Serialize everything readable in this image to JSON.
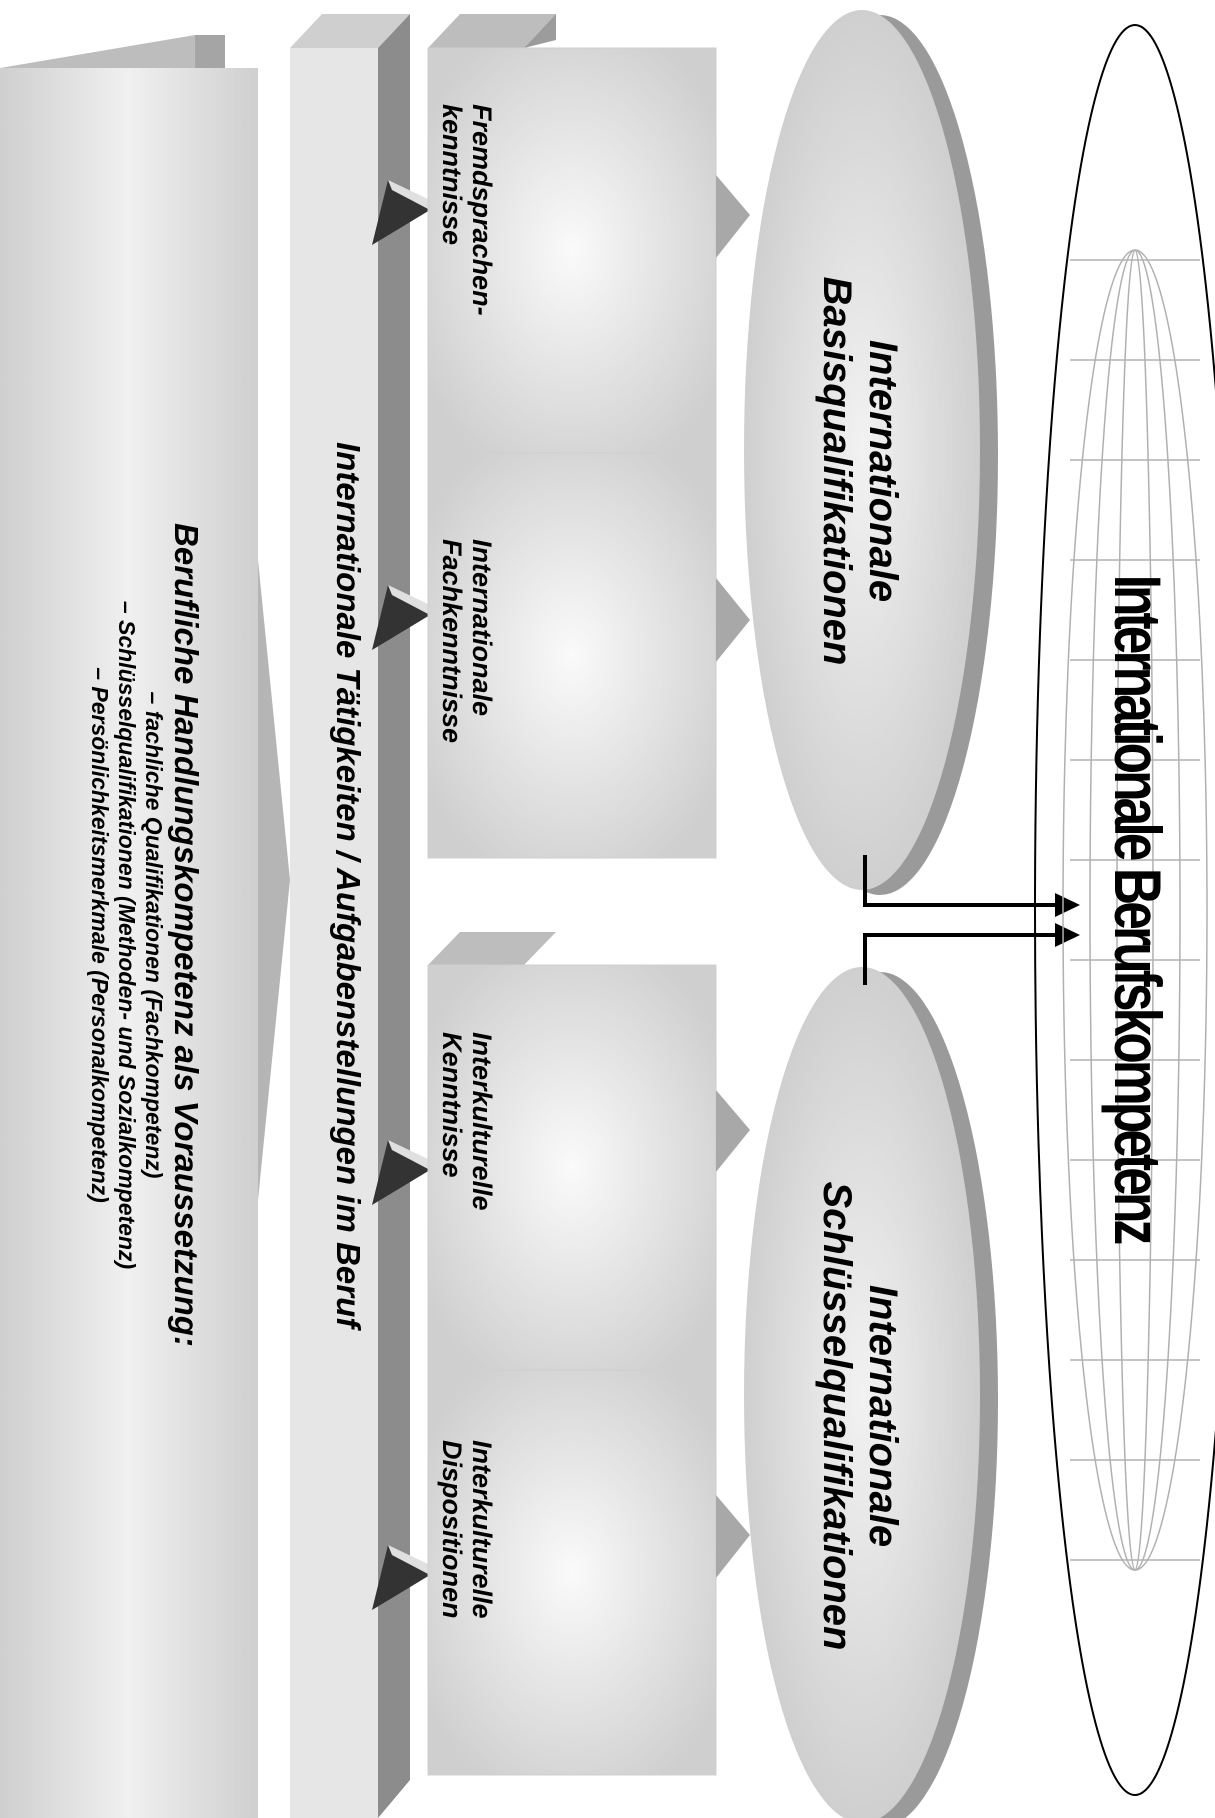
{
  "title": "Internationale Berufskompetenz",
  "basis": {
    "heading_line1": "Internationale",
    "heading_line2": "Basisqualifikationen",
    "box1_line1": "Fremdsprachen-",
    "box1_line2": "kenntnisse",
    "box2_line1": "Internationale",
    "box2_line2": "Fachkenntnisse"
  },
  "schluessel": {
    "heading_line1": "Internationale",
    "heading_line2": "Schlüsselqualifikationen",
    "box1_line1": "Interkulturelle",
    "box1_line2": "Kenntnisse",
    "box2_line1": "Interkulturelle",
    "box2_line2": "Dispositionen"
  },
  "activities": "Internationale Tätigkeiten / Aufgabenstellungen im Beruf",
  "prerequisite": {
    "heading": "Berufliche Handlungskompetenz als Voraussetzung:",
    "items": [
      "– fachliche Qualifikationen (Fachkompetenz)",
      "– Schlüsselqualifikationen (Methoden- und Sozialkompetenz)",
      "– Persönlichkeitsmerkmale (Personalkompetenz)"
    ]
  },
  "colors": {
    "box_fill": "#d9d9d9",
    "box_side": "#9c9c9c",
    "box_top": "#bdbdbd",
    "arrow": "#a8a8a8",
    "marker": "#333333",
    "globe": "#b0b0b0"
  }
}
